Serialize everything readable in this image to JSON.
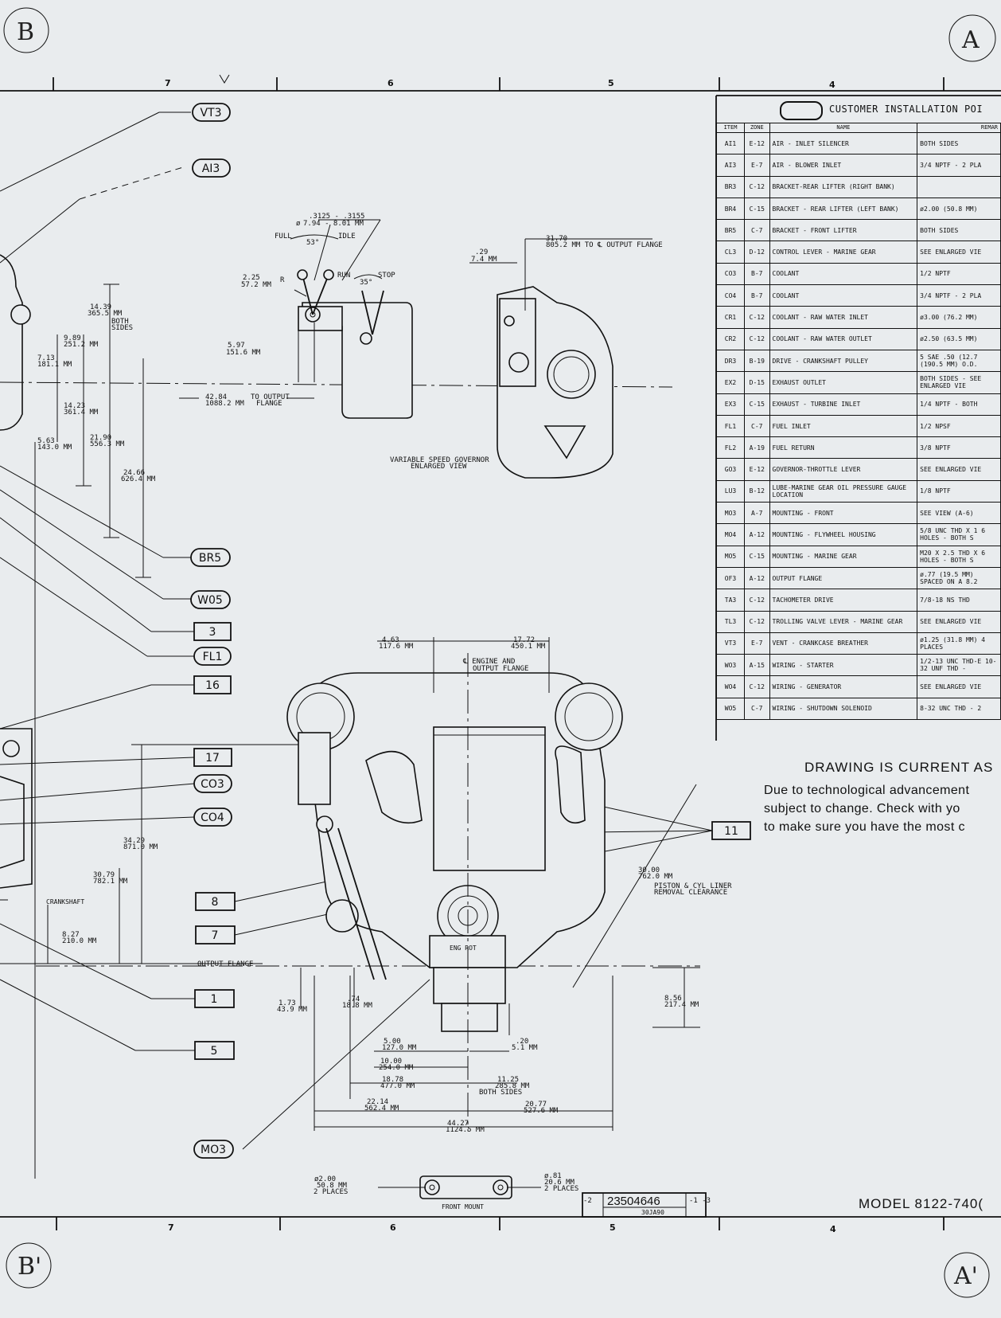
{
  "margin_marks": {
    "top_left": "B",
    "top_right": "A",
    "bottom_left": "B'",
    "bottom_right": "A'"
  },
  "zones": {
    "z7": "7",
    "z6": "6",
    "z5": "5",
    "z4": "4"
  },
  "callouts": {
    "vt3": "VT3",
    "ai3": "AI3",
    "br5": "BR5",
    "wo5": "W05",
    "c3": "3",
    "fl1": "FL1",
    "c16": "16",
    "c17": "17",
    "co3": "CO3",
    "co4": "CO4",
    "c11": "11",
    "c8": "8",
    "c7": "7",
    "c1": "1",
    "c5": "5",
    "mo3": "MO3"
  },
  "governor": {
    "diam": "ø",
    "dim_a": ".3125 - .3155",
    "dim_b": "7.94 - 8.01 MM",
    "full": "FULL",
    "idle": "IDLE",
    "angle53": "53°",
    "run": "RUN",
    "stop": "STOP",
    "angle35": "35°",
    "dim_225": "2.25",
    "dim_572": "57.2 MM",
    "r": "R",
    "dim_597": "5.97",
    "dim_1516": "151.6 MM",
    "dim_4284": "42.84",
    "dim_10882": "1088.2 MM",
    "to_output": "TO OUTPUT",
    "flange": "FLANGE",
    "caption_1": "VARIABLE SPEED GOVERNOR",
    "caption_2": "ENLARGED VIEW"
  },
  "output_flange": {
    "dim_3170": "31.70",
    "dim_8052": "805.2 MM TO ℄  OUTPUT FLANGE",
    "dim_29": ".29",
    "dim_74": "7.4 MM"
  },
  "left_dims": {
    "d1439": "14.39",
    "d3655": "365.5 MM",
    "both": "BOTH",
    "sides": "SIDES",
    "d989": "9.89",
    "d2512": "251.2 MM",
    "d713": "7.13",
    "d1811": "181.1 MM",
    "d1423": "14.23",
    "d3614": "361.4 MM",
    "d563": "5.63",
    "d1430": "143.0 MM",
    "d2190": "21.90",
    "d5563": "556.3 MM",
    "d2466": "24.66",
    "d6264": "626.4 MM",
    "d3429": "34.29",
    "d8710": "871.0 MM",
    "d3079": "30.79",
    "d7821": "782.1 MM",
    "crankshaft": "CRANKSHAFT",
    "d827": "8.27",
    "d2100": "210.0 MM",
    "output_flange": "OUTPUT FLANGE",
    "d173": "1.73",
    "d439": "43.9 MM"
  },
  "front_dims": {
    "d463": "4.63",
    "d1176": "117.6 MM",
    "d1772": "17.72",
    "d4501": "450.1 MM",
    "engine_and": "℄ ENGINE AND",
    "output_flange": "OUTPUT FLANGE",
    "d3000": "30.00",
    "d7620": "762.0 MM",
    "piston": "PISTON & CYL LINER",
    "removal": "REMOVAL CLEARANCE",
    "eng_rot": "ENG ROT",
    "d074": ".74",
    "d188": "18.8 MM",
    "d856": "8.56",
    "d2174": "217.4 MM",
    "d500": "5.00",
    "d1270": "127.0 MM",
    "d020": ".20",
    "d51": "5.1 MM",
    "d1000": "10.00",
    "d2540": "254.0 MM",
    "d1878": "18.78",
    "d4770": "477.0 MM",
    "d1125": "11.25",
    "d2858": "285.8 MM",
    "both_sides": "BOTH SIDES",
    "d2214": "22.14",
    "d5624": "562.4 MM",
    "d2077": "20.77",
    "d5276": "527.6 MM",
    "d4427": "44.27",
    "d11245": "1124.5 MM"
  },
  "front_mount": {
    "d200": "ø2.00",
    "d508": "50.8 MM",
    "places": "2 PLACES",
    "d081": "ø.81",
    "d206": "20.6 MM",
    "places2": "2 PLACES",
    "caption": "FRONT MOUNT"
  },
  "title_block": {
    "drawing_number": "23504646",
    "sub": "30JA90",
    "rev": "-2",
    "sheet": "-1 -3",
    "model": "MODEL   8122-740("
  },
  "table": {
    "title": "CUSTOMER INSTALLATION POI",
    "headers": {
      "item": "ITEM",
      "zone": "ZONE",
      "name": "NAME",
      "remarks": "REMAR"
    },
    "rows": [
      {
        "item": "AI1",
        "zone": "E-12",
        "name": "AIR - INLET SILENCER",
        "remarks": "BOTH SIDES"
      },
      {
        "item": "AI3",
        "zone": "E-7",
        "name": "AIR - BLOWER INLET",
        "remarks": "3/4 NPTF - 2 PLA"
      },
      {
        "item": "BR3",
        "zone": "C-12",
        "name": "BRACKET-REAR LIFTER (RIGHT BANK)",
        "remarks": ""
      },
      {
        "item": "BR4",
        "zone": "C-15",
        "name": "BRACKET - REAR LIFTER (LEFT BANK)",
        "remarks": "ø2.00 (50.8 MM)"
      },
      {
        "item": "BR5",
        "zone": "C-7",
        "name": "BRACKET - FRONT LIFTER",
        "remarks": "BOTH SIDES"
      },
      {
        "item": "CL3",
        "zone": "D-12",
        "name": "CONTROL LEVER - MARINE GEAR",
        "remarks": "SEE ENLARGED VIE"
      },
      {
        "item": "CO3",
        "zone": "B-7",
        "name": "COOLANT",
        "remarks": "1/2 NPTF"
      },
      {
        "item": "CO4",
        "zone": "B-7",
        "name": "COOLANT",
        "remarks": "3/4 NPTF - 2 PLA"
      },
      {
        "item": "CR1",
        "zone": "C-12",
        "name": "COOLANT - RAW WATER INLET",
        "remarks": "ø3.00 (76.2 MM)"
      },
      {
        "item": "CR2",
        "zone": "C-12",
        "name": "COOLANT - RAW WATER OUTLET",
        "remarks": "ø2.50 (63.5 MM)"
      },
      {
        "item": "DR3",
        "zone": "B-19",
        "name": "DRIVE - CRANKSHAFT PULLEY",
        "remarks": "5 SAE .50 (12.7 (190.5 MM) O.D."
      },
      {
        "item": "EX2",
        "zone": "D-15",
        "name": "EXHAUST OUTLET",
        "remarks": "BOTH SIDES - SEE ENLARGED VIE"
      },
      {
        "item": "EX3",
        "zone": "C-15",
        "name": "EXHAUST - TURBINE INLET",
        "remarks": "1/4 NPTF - BOTH"
      },
      {
        "item": "FL1",
        "zone": "C-7",
        "name": "FUEL INLET",
        "remarks": "1/2 NPSF"
      },
      {
        "item": "FL2",
        "zone": "A-19",
        "name": "FUEL RETURN",
        "remarks": "3/8 NPTF"
      },
      {
        "item": "GO3",
        "zone": "E-12",
        "name": "GOVERNOR-THROTTLE LEVER",
        "remarks": "SEE ENLARGED VIE"
      },
      {
        "item": "LU3",
        "zone": "B-12",
        "name": "LUBE-MARINE GEAR OIL PRESSURE GAUGE LOCATION",
        "remarks": "1/8 NPTF"
      },
      {
        "item": "MO3",
        "zone": "A-7",
        "name": "MOUNTING - FRONT",
        "remarks": "SEE VIEW (A-6)"
      },
      {
        "item": "MO4",
        "zone": "A-12",
        "name": "MOUNTING - FLYWHEEL HOUSING",
        "remarks": "5/8 UNC THD X 1 6 HOLES - BOTH S"
      },
      {
        "item": "MO5",
        "zone": "C-15",
        "name": "MOUNTING - MARINE GEAR",
        "remarks": "M20 X 2.5 THD X 6 HOLES - BOTH S"
      },
      {
        "item": "OF3",
        "zone": "A-12",
        "name": "OUTPUT FLANGE",
        "remarks": "ø.77 (19.5 MM) SPACED ON A 8.2"
      },
      {
        "item": "TA3",
        "zone": "C-12",
        "name": "TACHOMETER DRIVE",
        "remarks": "7/8-18 NS THD"
      },
      {
        "item": "TL3",
        "zone": "C-12",
        "name": "TROLLING VALVE LEVER - MARINE GEAR",
        "remarks": "SEE ENLARGED VIE"
      },
      {
        "item": "VT3",
        "zone": "E-7",
        "name": "VENT - CRANKCASE BREATHER",
        "remarks": "ø1.25 (31.8 MM) 4 PLACES"
      },
      {
        "item": "WO3",
        "zone": "A-15",
        "name": "WIRING - STARTER",
        "remarks": "1/2-13 UNC THD-E 10-32 UNF THD -"
      },
      {
        "item": "WO4",
        "zone": "C-12",
        "name": "WIRING - GENERATOR",
        "remarks": "SEE ENLARGED VIE"
      },
      {
        "item": "WO5",
        "zone": "C-7",
        "name": "WIRING - SHUTDOWN SOLENOID",
        "remarks": "8-32 UNC THD - 2"
      }
    ]
  },
  "notice": {
    "title": "DRAWING IS CURRENT AS",
    "line1": "Due to technological advancement",
    "line2": "subject to change. Check with yo",
    "line3": "to make sure you have the most c"
  }
}
